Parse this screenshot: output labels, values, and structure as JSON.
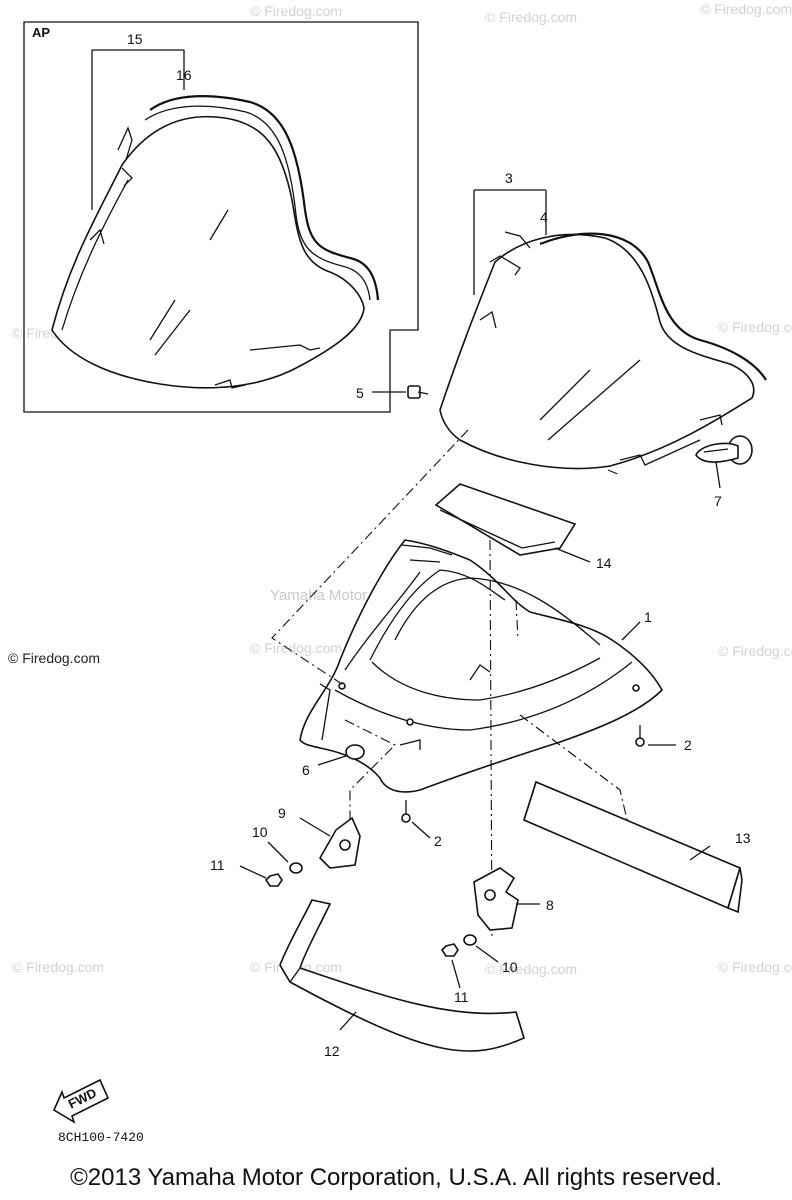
{
  "inset": {
    "label": "AP"
  },
  "callouts": {
    "c1": "1",
    "c2a": "2",
    "c2b": "2",
    "c3": "3",
    "c4": "4",
    "c5": "5",
    "c6": "6",
    "c7": "7",
    "c8": "8",
    "c9": "9",
    "c10a": "10",
    "c10b": "10",
    "c11a": "11",
    "c11b": "11",
    "c12": "12",
    "c13": "13",
    "c14": "14",
    "c15": "15",
    "c16": "16"
  },
  "fwd_arrow": {
    "label": "FWD"
  },
  "diagram_code": "8CH100-7420",
  "firedog_side": "© Firedog.com",
  "copyright": "©2013 Yamaha Motor Corporation, U.S.A. All rights reserved.",
  "watermarks": {
    "firedog": "© Firedog.com",
    "yamaha": "Yamaha Motor Corp, U.S.A."
  }
}
